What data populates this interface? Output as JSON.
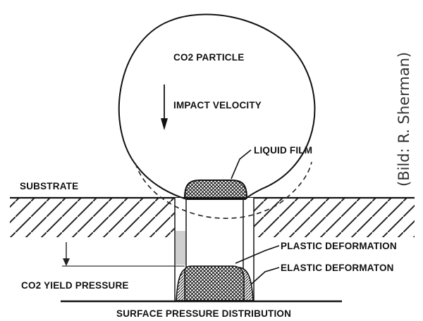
{
  "labels": {
    "particle": "CO2 PARTICLE",
    "impact_velocity": "IMPACT VELOCITY",
    "liquid_film": "LIQUID FILM",
    "substrate": "SUBSTRATE",
    "plastic_deformation": "PLASTIC DEFORMATION",
    "elastic_deformation": "ELASTIC DEFORMATON",
    "yield_pressure": "CO2 YIELD PRESSURE",
    "surface_pressure": "SURFACE PRESSURE DISTRIBUTION"
  },
  "credit": "(Bild: R. Sherman)"
}
